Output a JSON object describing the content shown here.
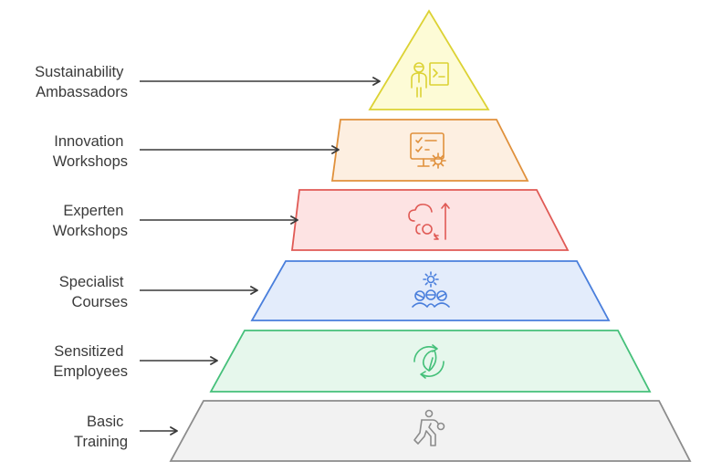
{
  "levels": [
    {
      "label_lines": [
        "Sustainability",
        "Ambassadors"
      ],
      "icon": "ambassador-presentation-icon",
      "stroke": "#dcd234",
      "fill": "#fdfbd6"
    },
    {
      "label_lines": [
        "Innovation",
        "Workshops"
      ],
      "icon": "monitor-checklist-gear-icon",
      "stroke": "#e0913c",
      "fill": "#fdefe1"
    },
    {
      "label_lines": [
        "Experten",
        "Workshops"
      ],
      "icon": "co2-cloud-arrow-icon",
      "stroke": "#e05a55",
      "fill": "#fde3e3"
    },
    {
      "label_lines": [
        "Specialist ",
        "Courses"
      ],
      "icon": "gear-team-icon",
      "stroke": "#4a7fdc",
      "fill": "#e3ecfb"
    },
    {
      "label_lines": [
        "Sensitized",
        "Employees"
      ],
      "icon": "leaf-cycle-icon",
      "stroke": "#45c07a",
      "fill": "#e6f7ec"
    },
    {
      "label_lines": [
        "Basic",
        "Training"
      ],
      "icon": "exercising-person-icon",
      "stroke": "#8c8c8c",
      "fill": "#f2f2f2"
    }
  ],
  "text_color": "#3a3a3a",
  "arrow_color": "#3a3a3a"
}
